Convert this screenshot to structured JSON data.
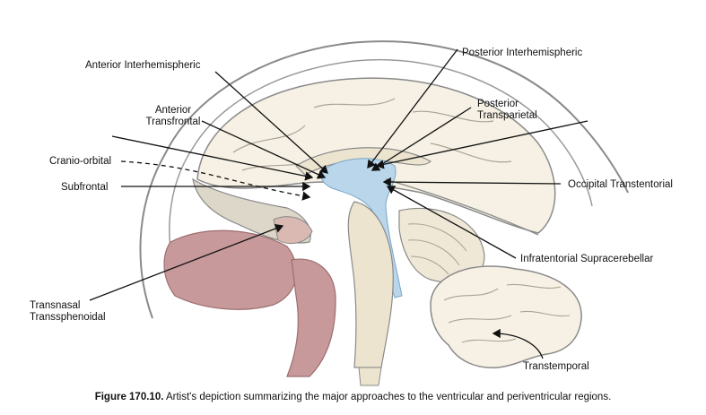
{
  "labels": {
    "anterior_interhemispheric": "Anterior Interhemispheric",
    "anterior_transfrontal_1": "Anterior",
    "anterior_transfrontal_2": "Transfrontal",
    "cranio_orbital": "Cranio-orbital",
    "subfrontal": "Subfrontal",
    "transnasal_1": "Transnasal",
    "transnasal_2": "Transsphenoidal",
    "posterior_interhemispheric": "Posterior Interhemispheric",
    "posterior_transparietal_1": "Posterior",
    "posterior_transparietal_2": "Transparietal",
    "occipital_transtentorial": "Occipital Transtentorial",
    "infratentorial_supracerebellar": "Infratentorial Supracerebellar",
    "transtemporal": "Transtemporal"
  },
  "caption": {
    "figure_number": "Figure 170.10.",
    "text": " Artist's depiction summarizing the major approaches to the ventricular and periventricular regions."
  },
  "colors": {
    "ventricle": "#b9d6ea",
    "nasal_tissue": "#c7999b",
    "brain_outline": "#8a8a8a",
    "brain_fill": "#f6f1e4",
    "bone": "#dcd7c8"
  }
}
